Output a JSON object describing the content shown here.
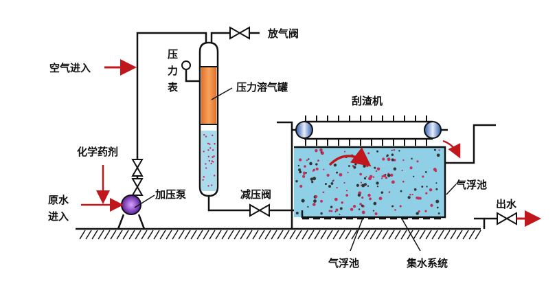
{
  "labels": {
    "air_in": "空气进入",
    "vent_valve": "放气阀",
    "pressure_gauge": [
      "压",
      "力",
      "表"
    ],
    "dissolved_air_tank": "压力溶气罐",
    "skimmer": "刮渣机",
    "chemicals": "化学药剂",
    "raw_water_in": [
      "原水",
      "进入"
    ],
    "pressure_pump": "加压泵",
    "pressure_reducing_valve": "减压阀",
    "flotation_tank_side": "气浮池",
    "water_out": "出水",
    "flotation_tank_bottom": "气浮池",
    "collection_system": "集水系统"
  },
  "colors": {
    "flow_arrow": "#c0171c",
    "water": "#8fd0e6",
    "tank_fill": "#f08a3c",
    "pump": "#7a3fc0",
    "roller": "#4c79c0",
    "bubbles": "#c0305a"
  }
}
